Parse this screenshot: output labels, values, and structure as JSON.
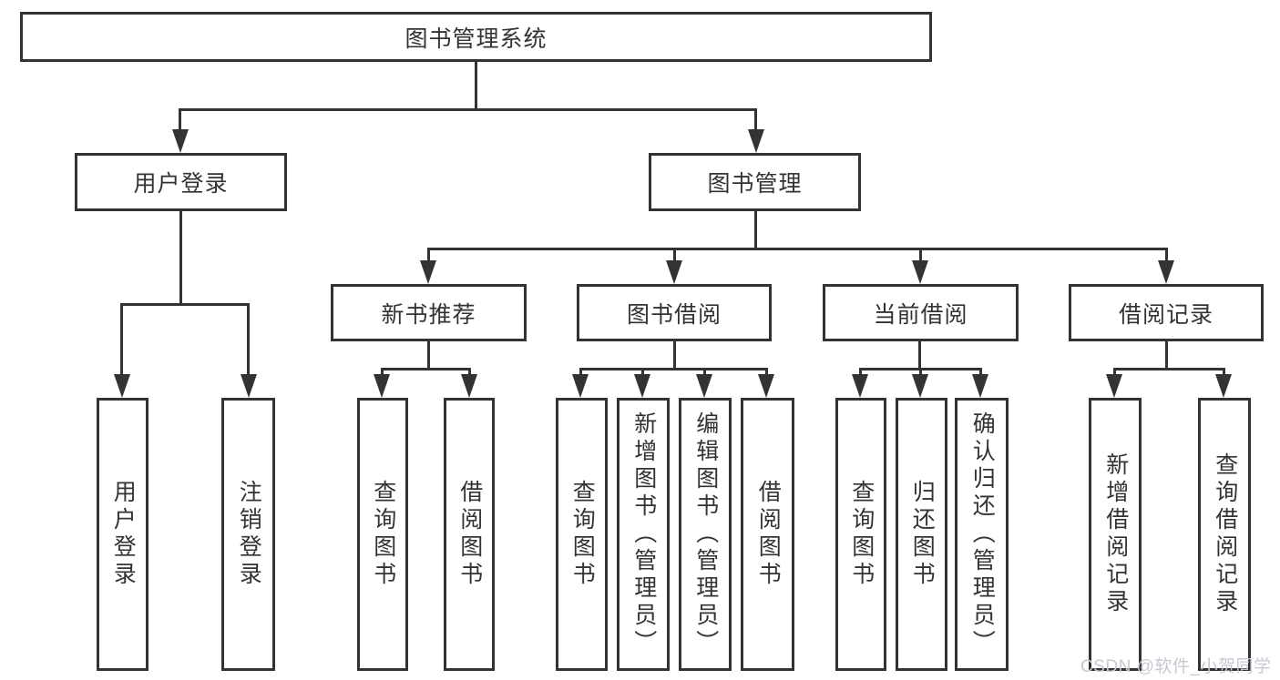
{
  "diagram": {
    "nodes": {
      "root": {
        "label": "图书管理系统"
      },
      "user_login": {
        "label": "用户登录"
      },
      "book_mgmt": {
        "label": "图书管理"
      },
      "new_book_rec": {
        "label": "新书推荐"
      },
      "book_borrow": {
        "label": "图书借阅"
      },
      "current_borrow": {
        "label": "当前借阅"
      },
      "borrow_records": {
        "label": "借阅记录"
      },
      "leaf_user_login": {
        "label": "用户登录"
      },
      "leaf_logout": {
        "label": "注销登录"
      },
      "leaf_nb_query": {
        "label": "查询图书"
      },
      "leaf_nb_borrow": {
        "label": "借阅图书"
      },
      "leaf_bb_query": {
        "label": "查询图书"
      },
      "leaf_bb_add": {
        "label": "新增图书（管理员）"
      },
      "leaf_bb_edit": {
        "label": "编辑图书（管理员）"
      },
      "leaf_bb_borrow": {
        "label": "借阅图书"
      },
      "leaf_cb_query": {
        "label": "查询图书"
      },
      "leaf_cb_return": {
        "label": "归还图书"
      },
      "leaf_cb_confirm": {
        "label": "确认归还（管理员）"
      },
      "leaf_br_add": {
        "label": "新增借阅记录"
      },
      "leaf_br_query": {
        "label": "查询借阅记录"
      }
    },
    "hierarchy": {
      "图书管理系统": {
        "用户登录": [
          "用户登录",
          "注销登录"
        ],
        "图书管理": {
          "新书推荐": [
            "查询图书",
            "借阅图书"
          ],
          "图书借阅": [
            "查询图书",
            "新增图书（管理员）",
            "编辑图书（管理员）",
            "借阅图书"
          ],
          "当前借阅": [
            "查询图书",
            "归还图书",
            "确认归还（管理员）"
          ],
          "借阅记录": [
            "新增借阅记录",
            "查询借阅记录"
          ]
        }
      }
    },
    "colors": {
      "line": "#333333",
      "box_border": "#333333",
      "text": "#333333",
      "watermark": "#c8c8d3",
      "background": "#ffffff"
    }
  },
  "watermark": {
    "text": "CSDN @软件_小贺同学"
  }
}
